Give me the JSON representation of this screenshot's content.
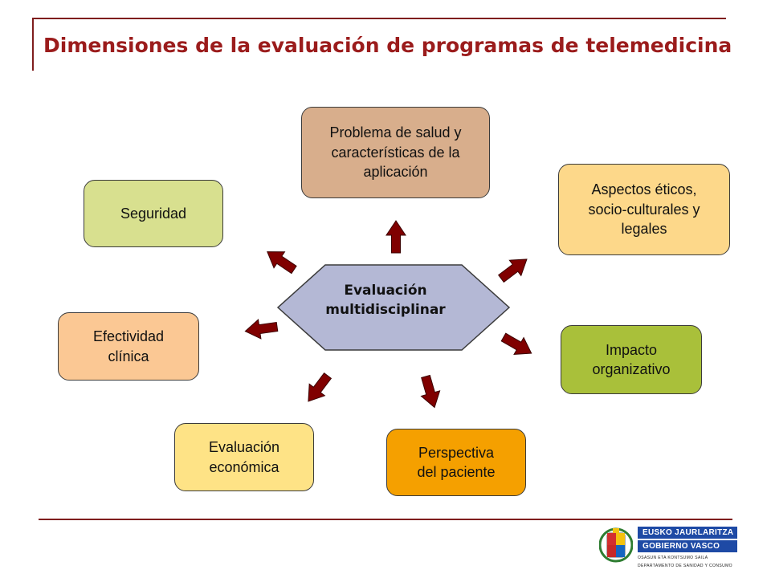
{
  "title": "Dimensiones de la evaluación de programas de telemedicina",
  "center": {
    "line1": "Evaluación",
    "line2": "multidisciplinar"
  },
  "dimensions": {
    "salud": {
      "lines": [
        "Problema de salud y",
        "características de la",
        "aplicación"
      ],
      "color": "#d8ae8c"
    },
    "eticos": {
      "lines": [
        "Aspectos éticos,",
        "socio-culturales y",
        "legales"
      ],
      "color": "#fdd88a"
    },
    "impacto": {
      "lines": [
        "Impacto",
        "organizativo"
      ],
      "color": "#a9c03a"
    },
    "paciente": {
      "lines": [
        "Perspectiva",
        "del paciente"
      ],
      "color": "#f5a000"
    },
    "economica": {
      "lines": [
        "Evaluación",
        "económica"
      ],
      "color": "#fee386"
    },
    "efectividad": {
      "lines": [
        "Efectividad",
        "clínica"
      ],
      "color": "#fbc894"
    },
    "seguridad": {
      "lines": [
        "Seguridad"
      ],
      "color": "#d8e08f"
    }
  },
  "colors": {
    "title": "#9b1c1c",
    "rule": "#7f1d1d",
    "arrow": "#800000",
    "hexagon": "#b4b8d5"
  },
  "logo": {
    "line1": "EUSKO JAURLARITZA",
    "line2": "GOBIERNO VASCO",
    "dept1": "OSASUN ETA KONTSUMO SAILA",
    "dept2": "DEPARTAMENTO DE SANIDAD Y CONSUMO"
  }
}
